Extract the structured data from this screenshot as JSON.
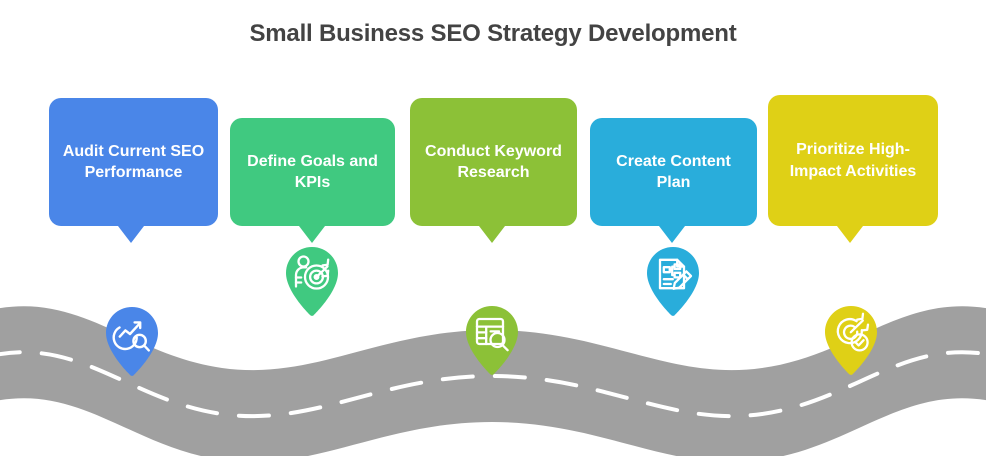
{
  "title": "Small Business SEO Strategy Development",
  "colors": {
    "title_text": "#434343",
    "road": "#a0a0a0",
    "road_dash": "#ffffff",
    "background": "#ffffff",
    "step1": "#4a86e8",
    "step2": "#40c980",
    "step3": "#8cc137",
    "step4": "#29addb",
    "step5": "#dfd016"
  },
  "steps": [
    {
      "label": "Audit Current SEO Performance",
      "color": "#4a86e8",
      "icon": "chart-magnifier-icon",
      "pin_position": "low"
    },
    {
      "label": "Define Goals and KPIs",
      "color": "#40c980",
      "icon": "person-target-icon",
      "pin_position": "high"
    },
    {
      "label": "Conduct Keyword Research",
      "color": "#8cc137",
      "icon": "document-search-icon",
      "pin_position": "low"
    },
    {
      "label": "Create Content Plan",
      "color": "#29addb",
      "icon": "document-edit-icon",
      "pin_position": "high"
    },
    {
      "label": "Prioritize High-Impact Activities",
      "color": "#dfd016",
      "icon": "target-check-icon",
      "pin_position": "low"
    }
  ]
}
